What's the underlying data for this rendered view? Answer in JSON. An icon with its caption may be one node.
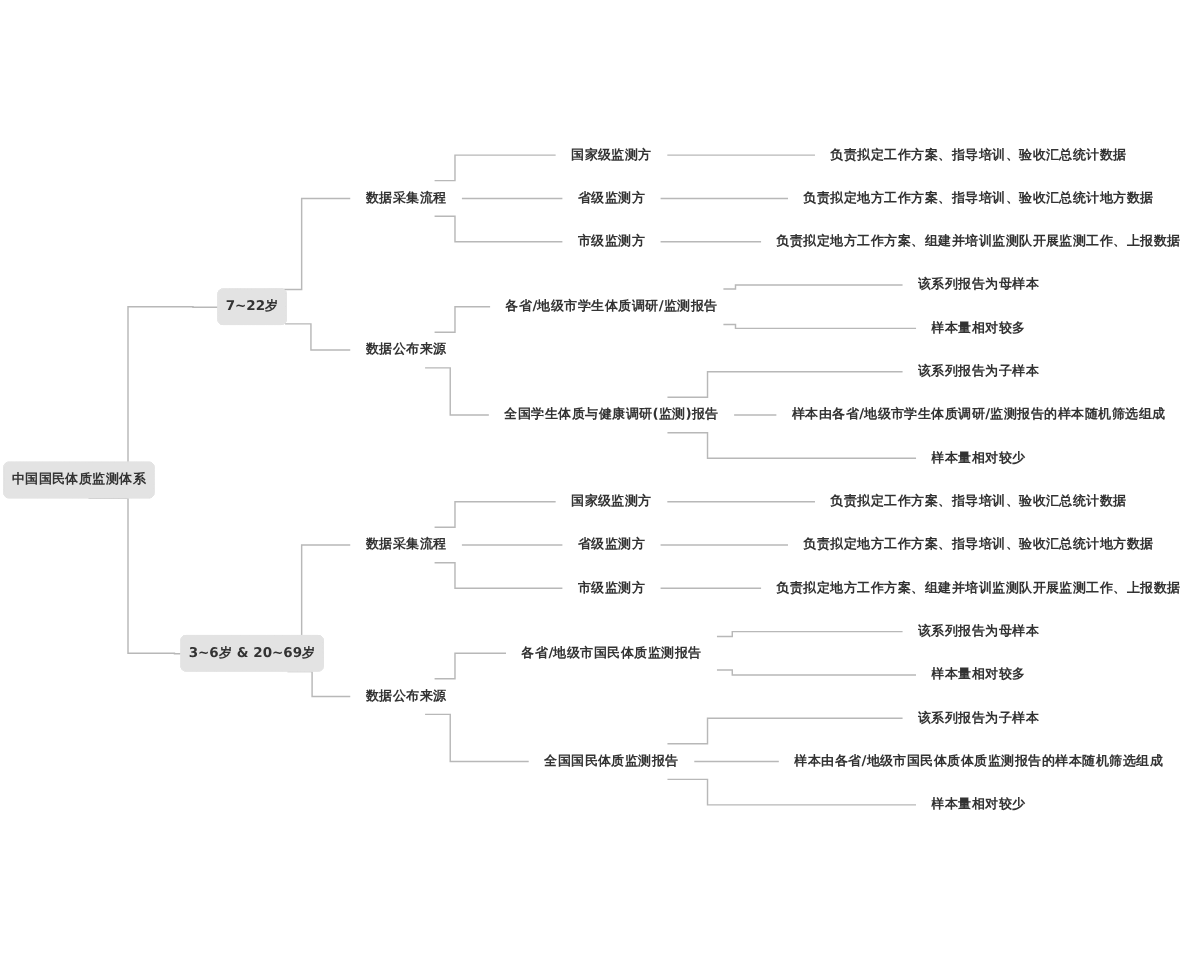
{
  "diagram": {
    "nodes": [
      {
        "text": [
          "中国国民体质监测体系"
        ]
      },
      {
        "text": [
          "7~22岁"
        ]
      },
      {
        "text": [
          "数据采集流程"
        ]
      },
      {
        "text": [
          "国家级监测方"
        ]
      },
      {
        "text": [
          "负责拟定工作方案、指导培训、验收汇总统计数据"
        ]
      },
      {
        "text": [
          "省级监测方"
        ]
      },
      {
        "text": [
          "负责拟定地方工作方案、指导培训、验收汇总统计地方数据"
        ]
      },
      {
        "text": [
          "市级监测方"
        ]
      },
      {
        "text": [
          "负责拟定地方工作方案、组建并培训监测队开展监测工作、上报数据"
        ]
      },
      {
        "text": [
          "数据公布来源"
        ]
      },
      {
        "text": [
          "各省/地级市学生体质调研/监测报告"
        ]
      },
      {
        "text": [
          "该系列报告为母样本"
        ]
      },
      {
        "text": [
          "样本量相对较多"
        ]
      },
      {
        "text": [
          "全国学生体质与健康调研(监测)报告"
        ]
      },
      {
        "text": [
          "该系列报告为子样本"
        ]
      },
      {
        "text": [
          "样本由各省/地级市学生体质调研/监测报告的样本随机筛选组成"
        ]
      },
      {
        "text": [
          "样本量相对较少"
        ]
      },
      {
        "text": [
          "3~6岁 & 20~69岁"
        ]
      },
      {
        "text": [
          "数据采集流程"
        ]
      },
      {
        "text": [
          "国家级监测方"
        ]
      },
      {
        "text": [
          "负责拟定工作方案、指导培训、验收汇总统计数据"
        ]
      },
      {
        "text": [
          "省级监测方"
        ]
      },
      {
        "text": [
          "负责拟定地方工作方案、指导培训、验收汇总统计地方数据"
        ]
      },
      {
        "text": [
          "市级监测方"
        ]
      },
      {
        "text": [
          "负责拟定地方工作方案、组建并培训监测队开展监测工作、上报数据"
        ]
      },
      {
        "text": [
          "数据公布来源"
        ]
      },
      {
        "text": [
          "各省/地级市国民体质监测报告"
        ]
      },
      {
        "text": [
          "该系列报告为母样本"
        ]
      },
      {
        "text": [
          "样本量相对较多"
        ]
      },
      {
        "text": [
          "全国国民体质监测报告"
        ]
      },
      {
        "text": [
          "该系列报告为子样本"
        ]
      },
      {
        "text": [
          "样本由各省/地级市国民体质体质监测报告的样本随机筛选组成"
        ]
      },
      {
        "text": [
          "样本量相对较少"
        ]
      }
    ],
    "edges": [
      {
        "from": 0,
        "to": 1,
        "arrow": "none"
      },
      {
        "from": 1,
        "to": 2,
        "arrow": "none"
      },
      {
        "from": 2,
        "to": 3,
        "arrow": "none"
      },
      {
        "from": 3,
        "to": 4,
        "arrow": "none"
      },
      {
        "from": 2,
        "to": 5,
        "arrow": "none"
      },
      {
        "from": 5,
        "to": 6,
        "arrow": "none"
      },
      {
        "from": 2,
        "to": 7,
        "arrow": "none"
      },
      {
        "from": 7,
        "to": 8,
        "arrow": "none"
      },
      {
        "from": 1,
        "to": 9,
        "arrow": "none"
      },
      {
        "from": 9,
        "to": 10,
        "arrow": "none"
      },
      {
        "from": 10,
        "to": 11,
        "arrow": "none"
      },
      {
        "from": 10,
        "to": 12,
        "arrow": "none"
      },
      {
        "from": 9,
        "to": 13,
        "arrow": "none"
      },
      {
        "from": 13,
        "to": 14,
        "arrow": "none"
      },
      {
        "from": 13,
        "to": 15,
        "arrow": "none"
      },
      {
        "from": 13,
        "to": 16,
        "arrow": "none"
      },
      {
        "from": 0,
        "to": 17,
        "arrow": "none"
      },
      {
        "from": 17,
        "to": 18,
        "arrow": "none"
      },
      {
        "from": 18,
        "to": 19,
        "arrow": "none"
      },
      {
        "from": 19,
        "to": 20,
        "arrow": "none"
      },
      {
        "from": 18,
        "to": 21,
        "arrow": "none"
      },
      {
        "from": 21,
        "to": 22,
        "arrow": "none"
      },
      {
        "from": 18,
        "to": 23,
        "arrow": "none"
      },
      {
        "from": 23,
        "to": 24,
        "arrow": "none"
      },
      {
        "from": 17,
        "to": 25,
        "arrow": "none"
      },
      {
        "from": 25,
        "to": 26,
        "arrow": "none"
      },
      {
        "from": 26,
        "to": 27,
        "arrow": "none"
      },
      {
        "from": 26,
        "to": 28,
        "arrow": "none"
      },
      {
        "from": 25,
        "to": 29,
        "arrow": "none"
      },
      {
        "from": 29,
        "to": 30,
        "arrow": "none"
      },
      {
        "from": 29,
        "to": 31,
        "arrow": "none"
      },
      {
        "from": 29,
        "to": 32,
        "arrow": "none"
      }
    ]
  }
}
